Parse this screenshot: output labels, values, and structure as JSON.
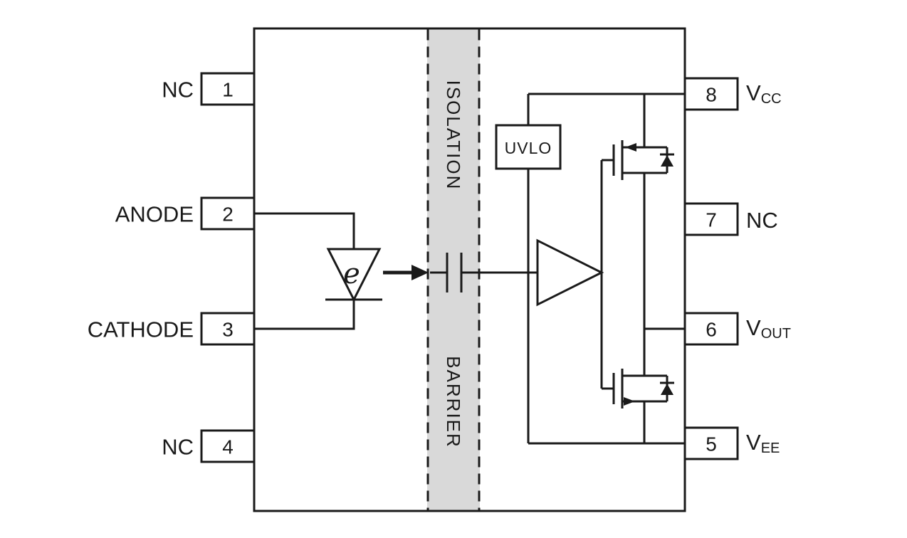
{
  "pins": {
    "left": [
      {
        "num": "1",
        "label": "NC"
      },
      {
        "num": "2",
        "label": "ANODE"
      },
      {
        "num": "3",
        "label": "CATHODE"
      },
      {
        "num": "4",
        "label": "NC"
      }
    ],
    "right": [
      {
        "num": "8",
        "label": "V",
        "sub": "CC"
      },
      {
        "num": "7",
        "label": "NC",
        "sub": ""
      },
      {
        "num": "6",
        "label": "V",
        "sub": "OUT"
      },
      {
        "num": "5",
        "label": "V",
        "sub": "EE"
      }
    ]
  },
  "labels": {
    "isolation": "ISOLATION",
    "barrier": "BARRIER",
    "uvlo": "UVLO",
    "emitter": "e"
  },
  "colors": {
    "line": "#1a1a1a",
    "barrier-fill": "#d9d9d9",
    "background": "#ffffff"
  }
}
